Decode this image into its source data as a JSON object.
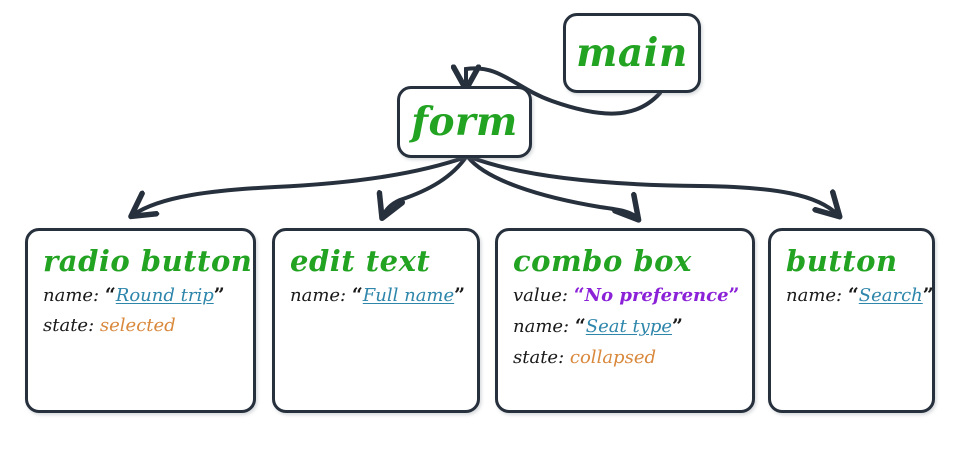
{
  "diagram": {
    "type": "accessibility-tree",
    "colors": {
      "node_border": "#27303d",
      "node_title": "#22a322",
      "attribute_key": "#1a1a1a",
      "name_value": "#2e86ab",
      "state_value": "#d9883c",
      "value_value": "#8b22d8",
      "background": "#ffffff"
    },
    "root": {
      "label": "main"
    },
    "parent": {
      "label": "form"
    },
    "children": [
      {
        "label": "radio button",
        "attributes": [
          {
            "key": "name:",
            "value": "Round trip",
            "kind": "name",
            "quoted": true
          },
          {
            "key": "state:",
            "value": "selected",
            "kind": "state",
            "quoted": false
          }
        ]
      },
      {
        "label": "edit text",
        "attributes": [
          {
            "key": "name:",
            "value": "Full name",
            "kind": "name",
            "quoted": true
          }
        ]
      },
      {
        "label": "combo box",
        "attributes": [
          {
            "key": "value:",
            "value": "No preference",
            "kind": "value",
            "quoted": true
          },
          {
            "key": "name:",
            "value": "Seat type",
            "kind": "name",
            "quoted": true
          },
          {
            "key": "state:",
            "value": "collapsed",
            "kind": "state",
            "quoted": false
          }
        ]
      },
      {
        "label": "button",
        "attributes": [
          {
            "key": "name:",
            "value": "Search",
            "kind": "name",
            "quoted": true
          }
        ]
      }
    ],
    "edges": [
      {
        "from": "main",
        "to": "form"
      },
      {
        "from": "form",
        "to": "radio button"
      },
      {
        "from": "form",
        "to": "edit text"
      },
      {
        "from": "form",
        "to": "combo box"
      },
      {
        "from": "form",
        "to": "button"
      }
    ],
    "quote_open": "“",
    "quote_close": "”"
  }
}
